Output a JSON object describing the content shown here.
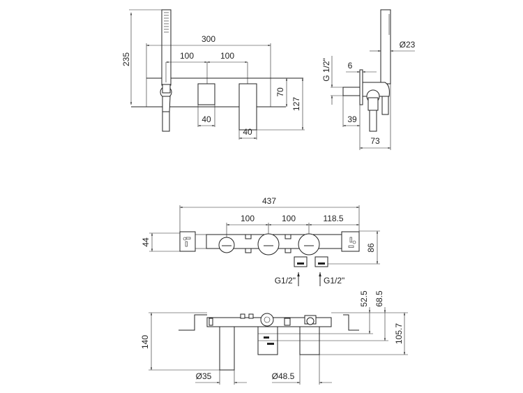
{
  "front_view": {
    "dim_height": "235",
    "dim_width": "300",
    "dim_spacing_1": "100",
    "dim_spacing_2": "100",
    "dim_knob_width": "40",
    "dim_spout_width": "40",
    "dim_plate_height": "70",
    "dim_spout_height": "127"
  },
  "side_view": {
    "dim_shower_diameter": "Ø23",
    "dim_thread": "G 1/2\"",
    "dim_plate_thickness": "6",
    "dim_outlet_depth": "39",
    "dim_projection": "73"
  },
  "top_view": {
    "dim_total": "437",
    "dim_spacing_1": "100",
    "dim_spacing_2": "100",
    "dim_spacing_3": "118.5",
    "dim_plate_height": "44",
    "dim_depth": "86",
    "inlet_left": "G1/2\"",
    "inlet_right": "G1/2\""
  },
  "section_view": {
    "dim_depth": "140",
    "dim_a": "52.5",
    "dim_b": "68.5",
    "dim_c": "105.7",
    "dim_small_diameter": "Ø35",
    "dim_large_diameter": "Ø48.5"
  }
}
